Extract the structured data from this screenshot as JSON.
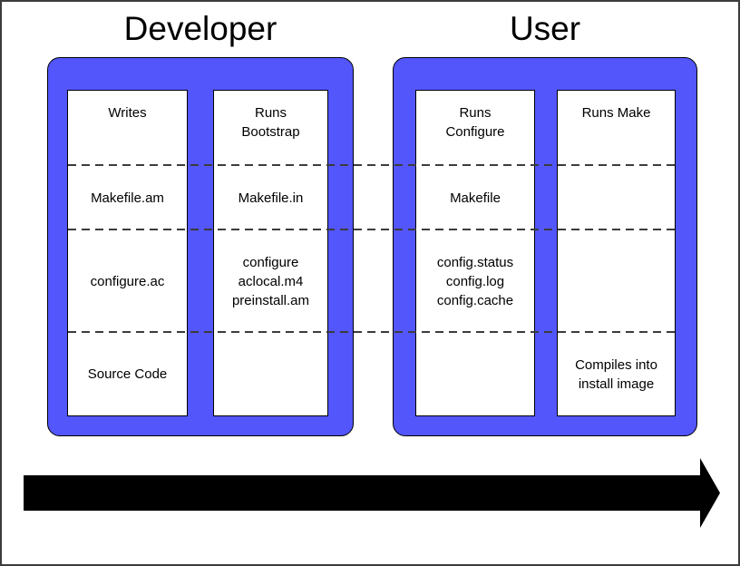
{
  "groups": [
    {
      "title": "Developer",
      "columns": [
        {
          "sections": [
            "Writes",
            "Makefile.am",
            "configure.ac",
            "Source Code"
          ]
        },
        {
          "sections": [
            "Runs\nBootstrap",
            "Makefile.in",
            "configure\naclocal.m4\npreinstall.am",
            ""
          ]
        }
      ]
    },
    {
      "title": "User",
      "columns": [
        {
          "sections": [
            "Runs\nConfigure",
            "Makefile",
            "config.status\nconfig.log\nconfig.cache",
            ""
          ]
        },
        {
          "sections": [
            "Runs Make",
            "",
            "",
            "Compiles into\ninstall image"
          ]
        }
      ]
    }
  ],
  "colors": {
    "box_fill": "#5356fb",
    "box_border": "#000000",
    "column_fill": "#ffffff",
    "column_border": "#000000",
    "dash": "#3c3c3c",
    "arrow": "#000000",
    "text": "#000000"
  }
}
